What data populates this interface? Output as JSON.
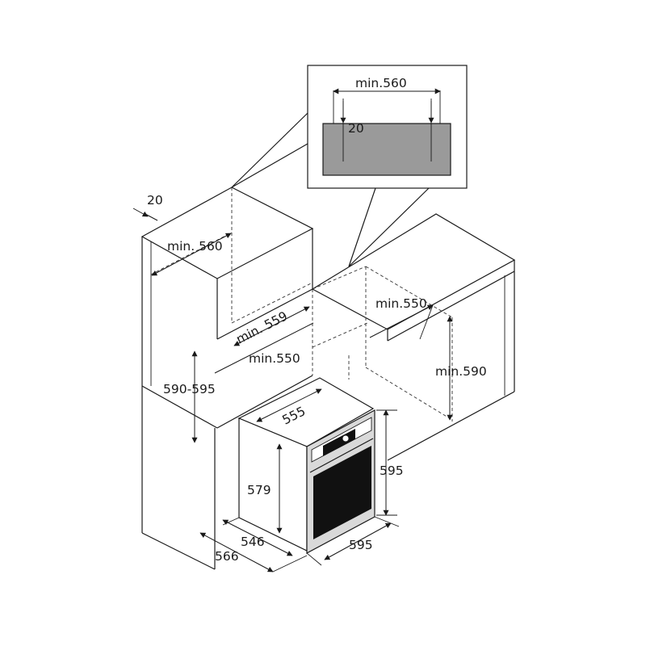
{
  "colors": {
    "line": "#1a1a1a",
    "niche_fill": "#9a9a9a",
    "glass": "#111111",
    "steel": "#d9d9d9"
  },
  "icons": {
    "arrow": "arrowhead"
  },
  "inset": {
    "dim_top": "min.560",
    "dim_gap": "20"
  },
  "cabinet": {
    "dim_gap": "20",
    "dim_width_upper": "min. 560",
    "dim_depth_upper": "min. 559",
    "dim_depth_lower": "min.550",
    "dim_height": "590-595"
  },
  "counter": {
    "dim_depth": "min.550",
    "dim_height": "min.590"
  },
  "oven": {
    "dim_top_depth": "555",
    "dim_body_height": "579",
    "dim_front_height": "595",
    "dim_front_width": "595",
    "dim_depth_body": "546",
    "dim_depth_total": "566"
  }
}
